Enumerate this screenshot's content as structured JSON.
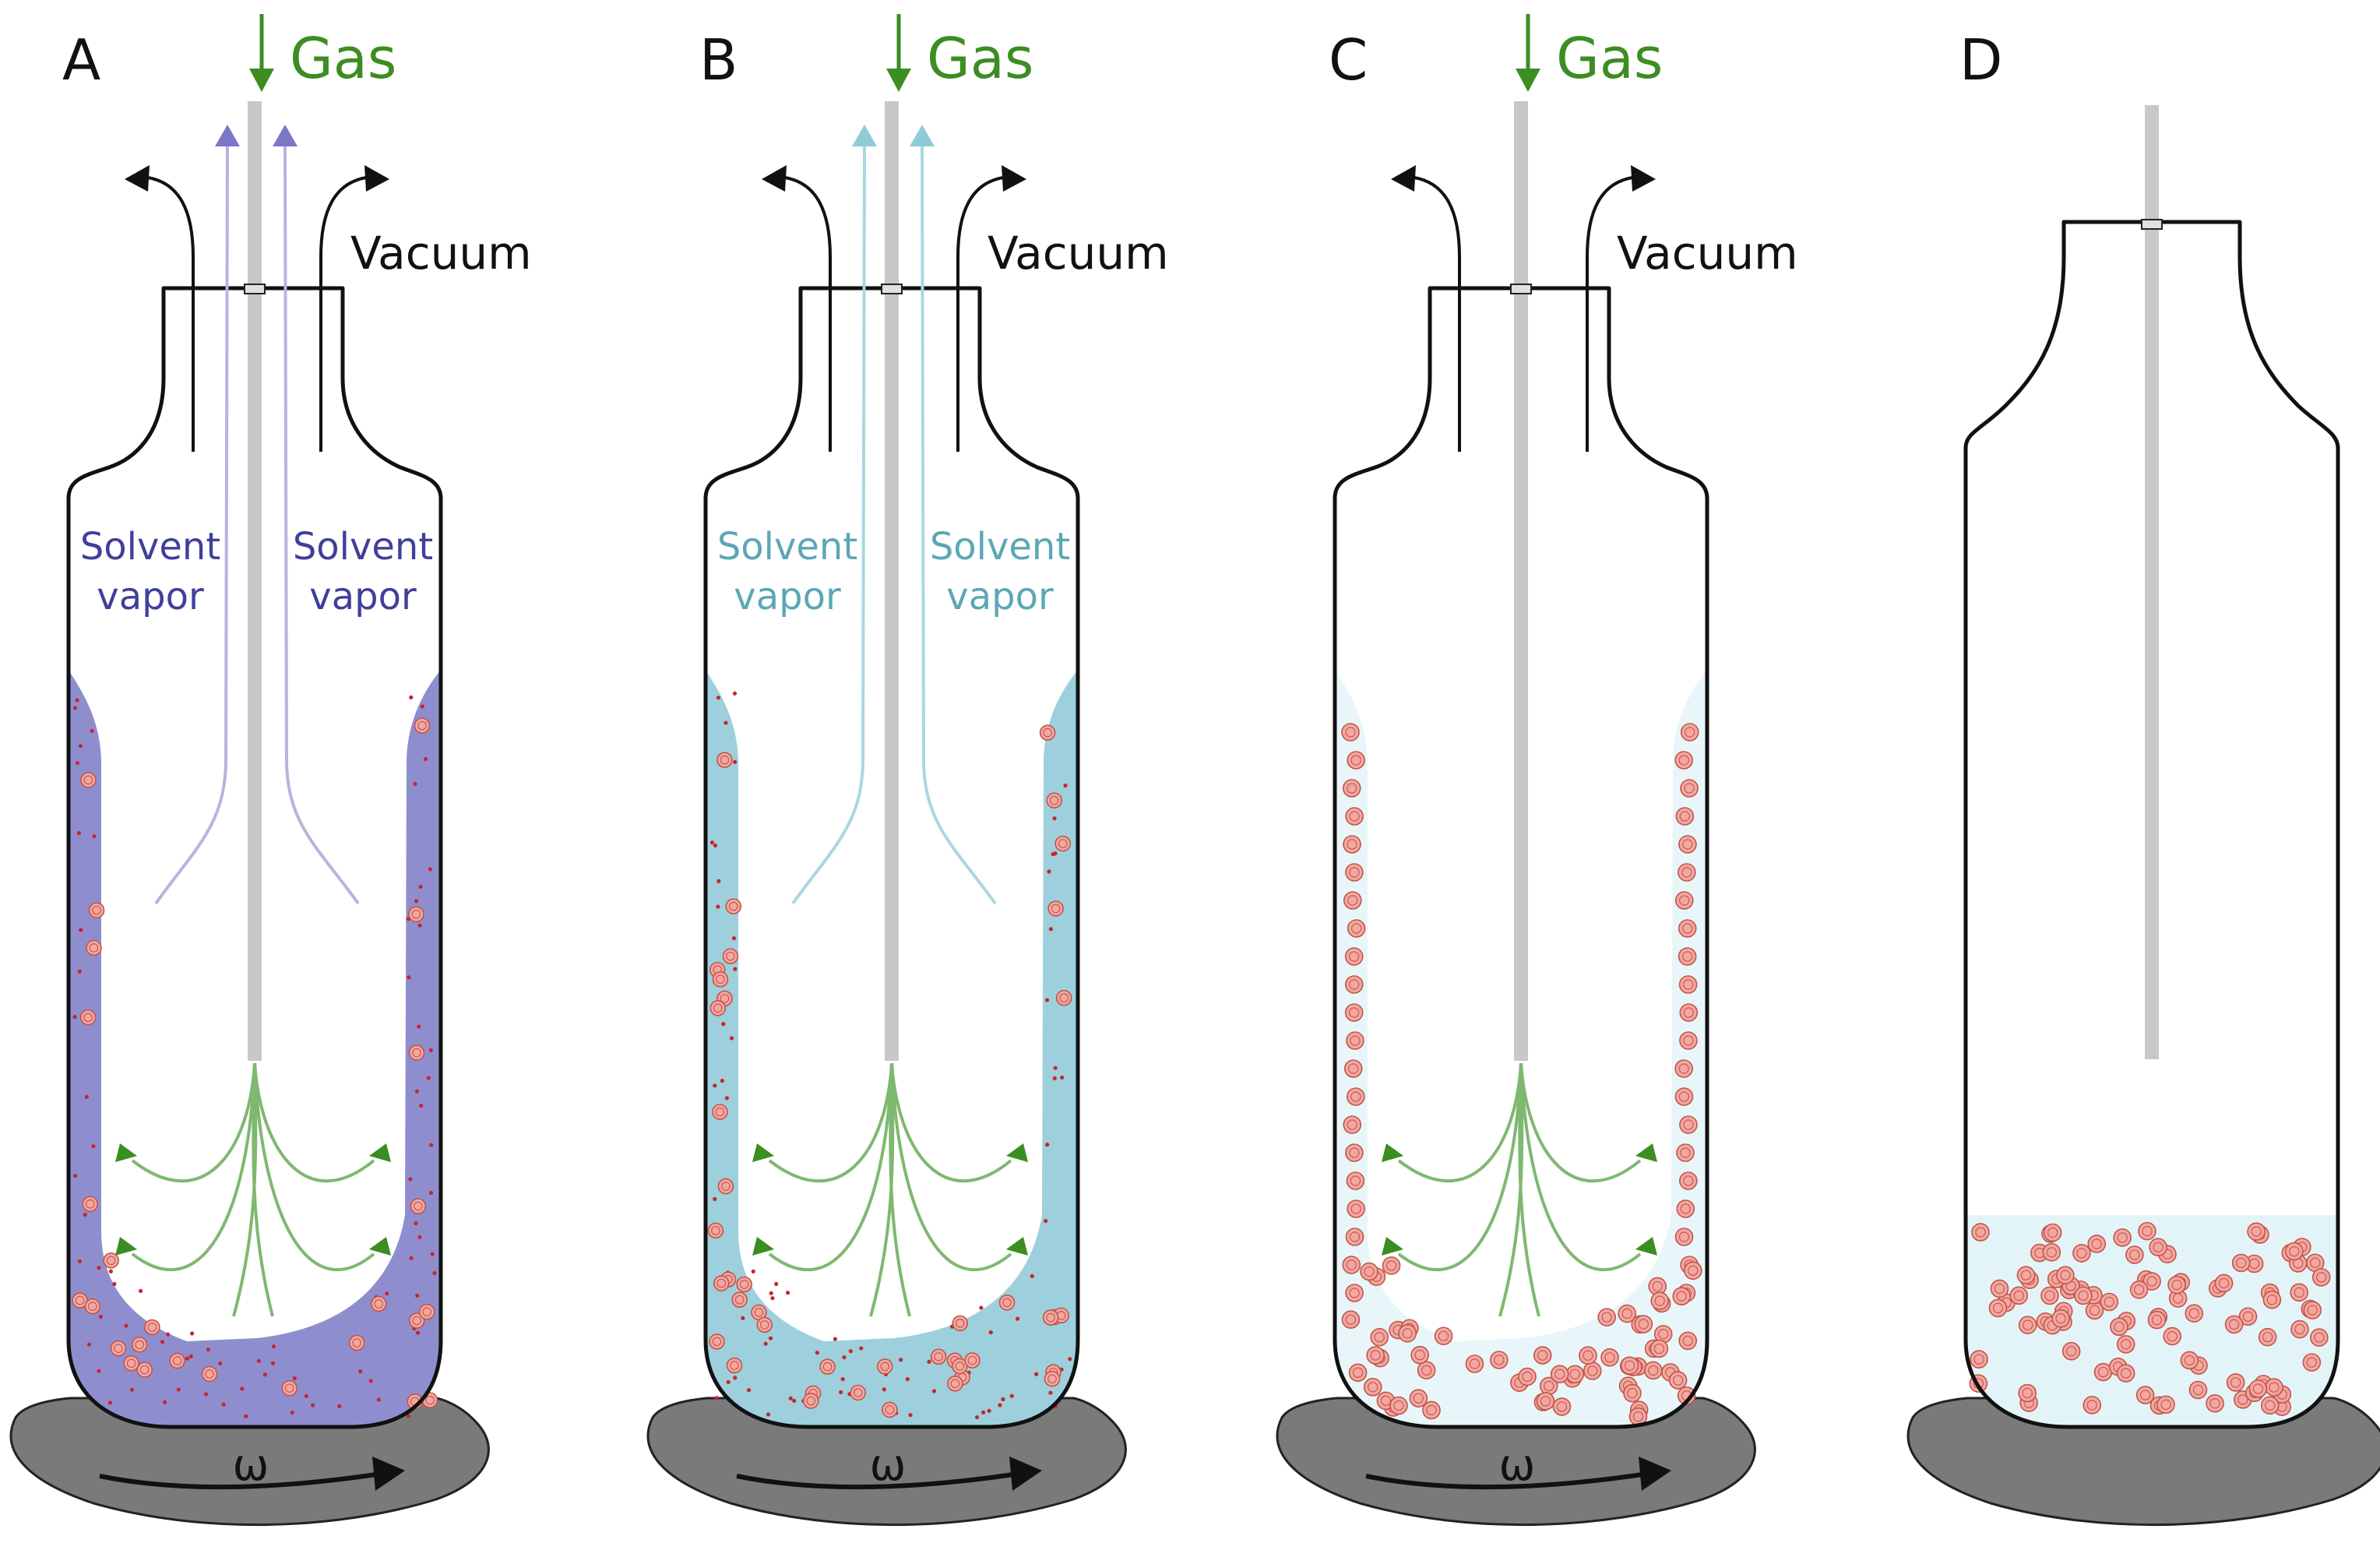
{
  "colors": {
    "gas": "#3c8d22",
    "gas_flow": "#7fb870",
    "outline": "#111111",
    "rod": "#c8c8c8",
    "plate": "#7a7a7a",
    "particle_fill": "#f3a7a0",
    "particle_ring": "#c0554b",
    "dot": "#c6262e"
  },
  "panels": [
    {
      "id": "A",
      "letter": "A",
      "gas_label": "Gas",
      "vacuum_label": "Vacuum",
      "vapor_left": [
        "Solvent",
        "vapor"
      ],
      "vapor_right": [
        "Solvent",
        "vapor"
      ],
      "omega_label": "ω",
      "liquid_color": "#8e8ecf",
      "vapor_text_color": "#3f3f9b",
      "vapor_arrow_color": "#b9b3de",
      "vapor_head_color": "#7b78c7",
      "has_vacuum": true,
      "has_gas": true,
      "stage": "film-with-solvent"
    },
    {
      "id": "B",
      "letter": "B",
      "gas_label": "Gas",
      "vacuum_label": "Vacuum",
      "vapor_left": [
        "Solvent",
        "vapor"
      ],
      "vapor_right": [
        "Solvent",
        "vapor"
      ],
      "omega_label": "ω",
      "liquid_color": "#9dd0dc",
      "vapor_text_color": "#5ba7b5",
      "vapor_arrow_color": "#a9d7df",
      "vapor_head_color": "#8fcbd6",
      "has_vacuum": true,
      "has_gas": true,
      "stage": "film-thinning"
    },
    {
      "id": "C",
      "letter": "C",
      "gas_label": "Gas",
      "vacuum_label": "Vacuum",
      "omega_label": "ω",
      "liquid_color": "#e8f6f9",
      "has_vacuum": true,
      "has_gas": true,
      "stage": "film-dried"
    },
    {
      "id": "D",
      "letter": "D",
      "liquid_color": "#e3f4f8",
      "has_vacuum": false,
      "has_gas": false,
      "stage": "redispersed"
    }
  ]
}
